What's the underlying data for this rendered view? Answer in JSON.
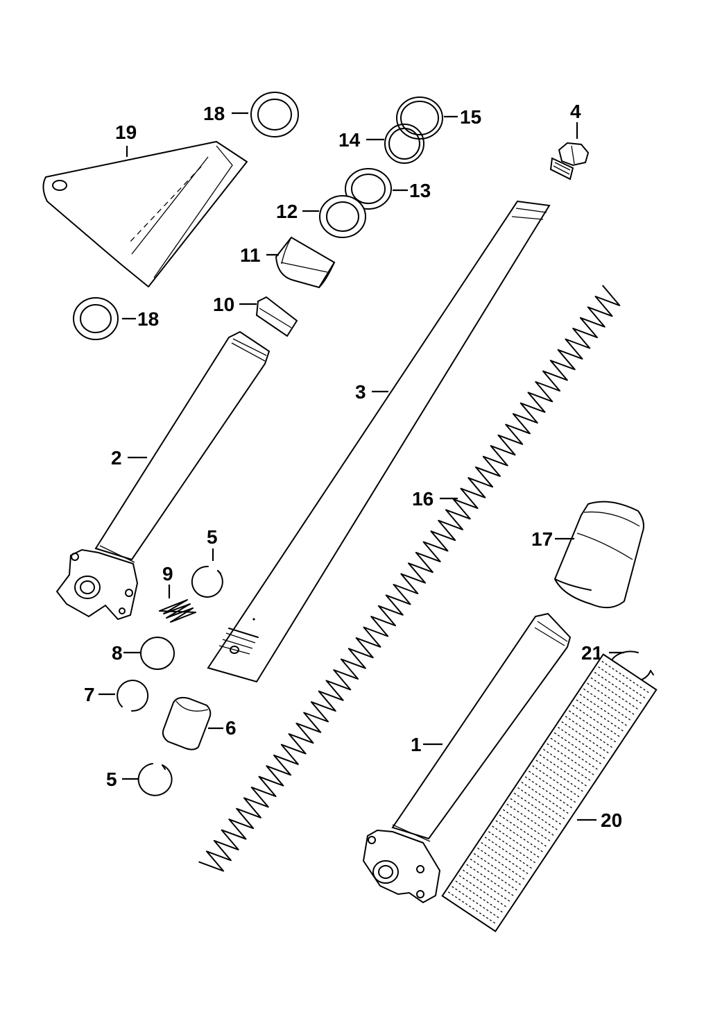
{
  "callouts": {
    "c1": "1",
    "c2": "2",
    "c3": "3",
    "c4": "4",
    "c5a": "5",
    "c5b": "5",
    "c6": "6",
    "c7": "7",
    "c8": "8",
    "c9": "9",
    "c10": "10",
    "c11": "11",
    "c12": "12",
    "c13": "13",
    "c14": "14",
    "c15": "15",
    "c16": "16",
    "c17": "17",
    "c18a": "18",
    "c18b": "18",
    "c19": "19",
    "c20": "20",
    "c21": "21"
  }
}
